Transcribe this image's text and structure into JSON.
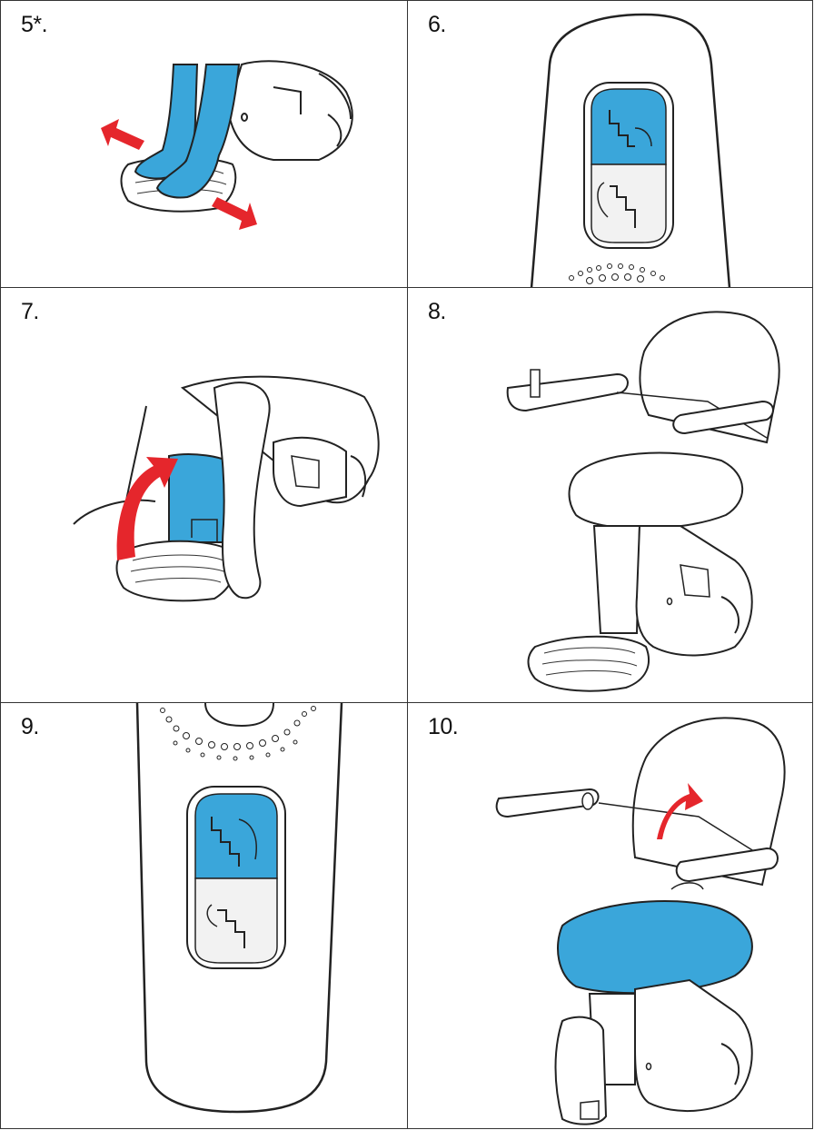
{
  "steps": [
    {
      "label": "5*."
    },
    {
      "label": "6."
    },
    {
      "label": "7."
    },
    {
      "label": "8."
    },
    {
      "label": "9."
    },
    {
      "label": "10."
    }
  ],
  "colors": {
    "accent_blue": "#3aa6da",
    "arrow_red": "#e5262c",
    "line": "#222222"
  }
}
